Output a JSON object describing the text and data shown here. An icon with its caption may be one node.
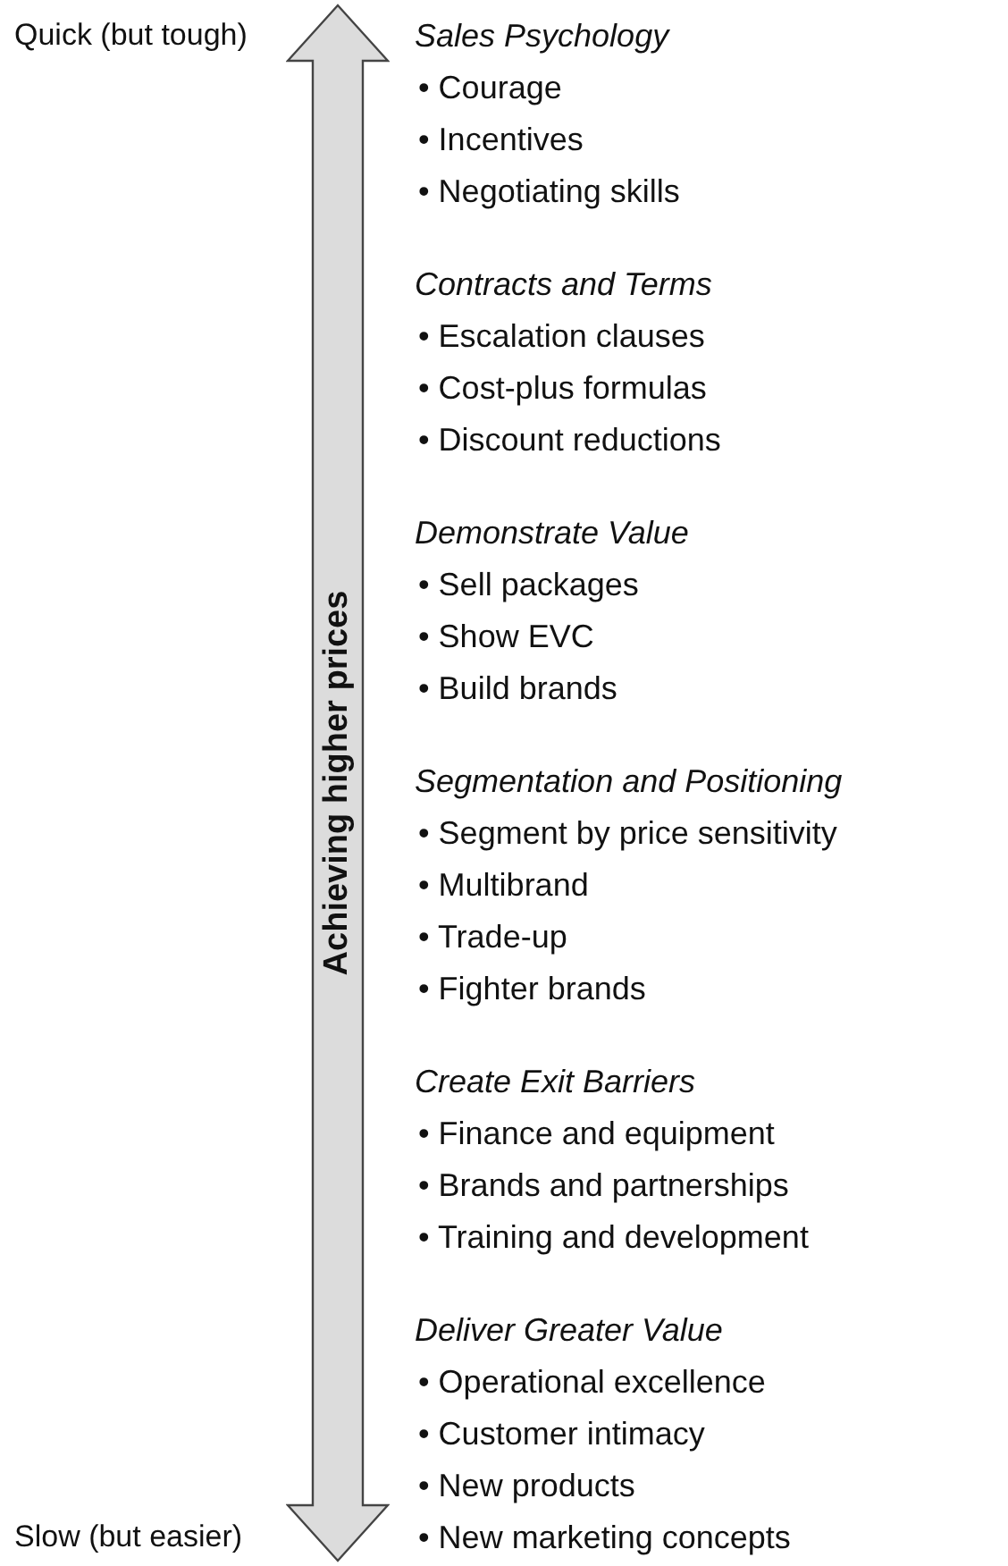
{
  "diagram": {
    "nodes": [
      {
        "text": [
          "Achieving higher prices"
        ]
      }
    ],
    "labels": [
      "Quick (but tough)",
      "Sales Psychology",
      "• Courage",
      "• Incentives",
      "• Negotiating skills",
      "Contracts and Terms",
      "• Escalation clauses",
      "• Cost-plus formulas",
      "• Discount reductions",
      "Demonstrate Value",
      "• Sell packages",
      "• Show EVC",
      "• Build brands",
      "Segmentation and Positioning",
      "• Segment by price sensitivity",
      "• Multibrand",
      "• Trade-up",
      "• Fighter brands",
      "Create Exit Barriers",
      "• Finance and equipment",
      "• Brands and partnerships",
      "• Training and development",
      "Deliver Greater Value",
      "• Operational excellence",
      "• Customer intimacy",
      "• New products",
      "• New marketing concepts",
      "Slow (but easier)"
    ]
  }
}
